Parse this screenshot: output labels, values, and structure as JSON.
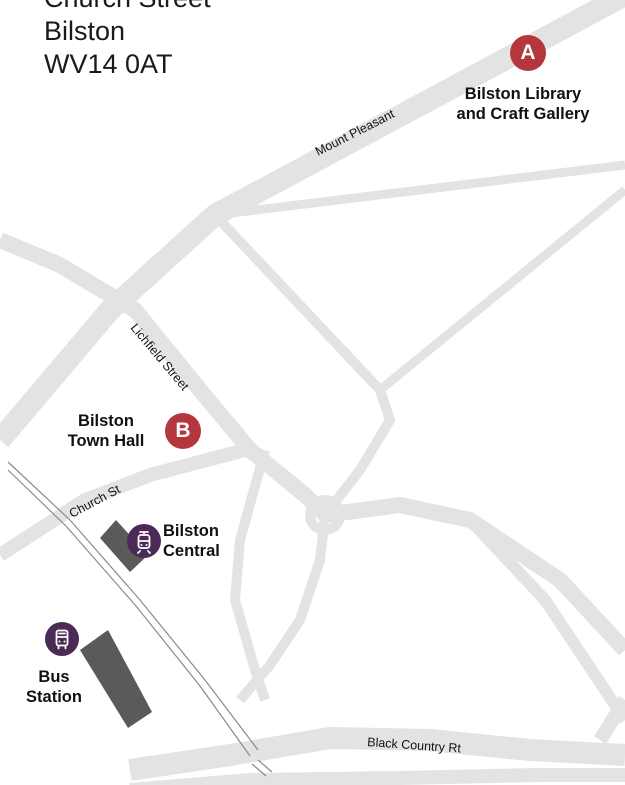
{
  "address": {
    "line1": "Church Street",
    "line2": "Bilston",
    "line3": "WV14 0AT"
  },
  "markers": [
    {
      "letter": "A",
      "label_line1": "Bilston Library",
      "label_line2": "and Craft Gallery",
      "color": "#b5373e"
    },
    {
      "letter": "B",
      "label_line1": "Bilston",
      "label_line2": "Town Hall",
      "color": "#b5373e"
    }
  ],
  "stations": [
    {
      "label_line1": "Bilston",
      "label_line2": "Central",
      "icon": "tram-icon",
      "color": "#4b2a55"
    },
    {
      "label_line1": "Bus",
      "label_line2": "Station",
      "icon": "bus-icon",
      "color": "#4b2a55"
    }
  ],
  "roads": {
    "mount_pleasant": "Mount Pleasant",
    "lichfield_street": "Lichfield Street",
    "church_st": "Church St",
    "black_country_rt": "Black Country Rt"
  },
  "colors": {
    "road": "#e3e3e3",
    "building": "#5a5a5a",
    "rail": "#8a8a8a"
  }
}
